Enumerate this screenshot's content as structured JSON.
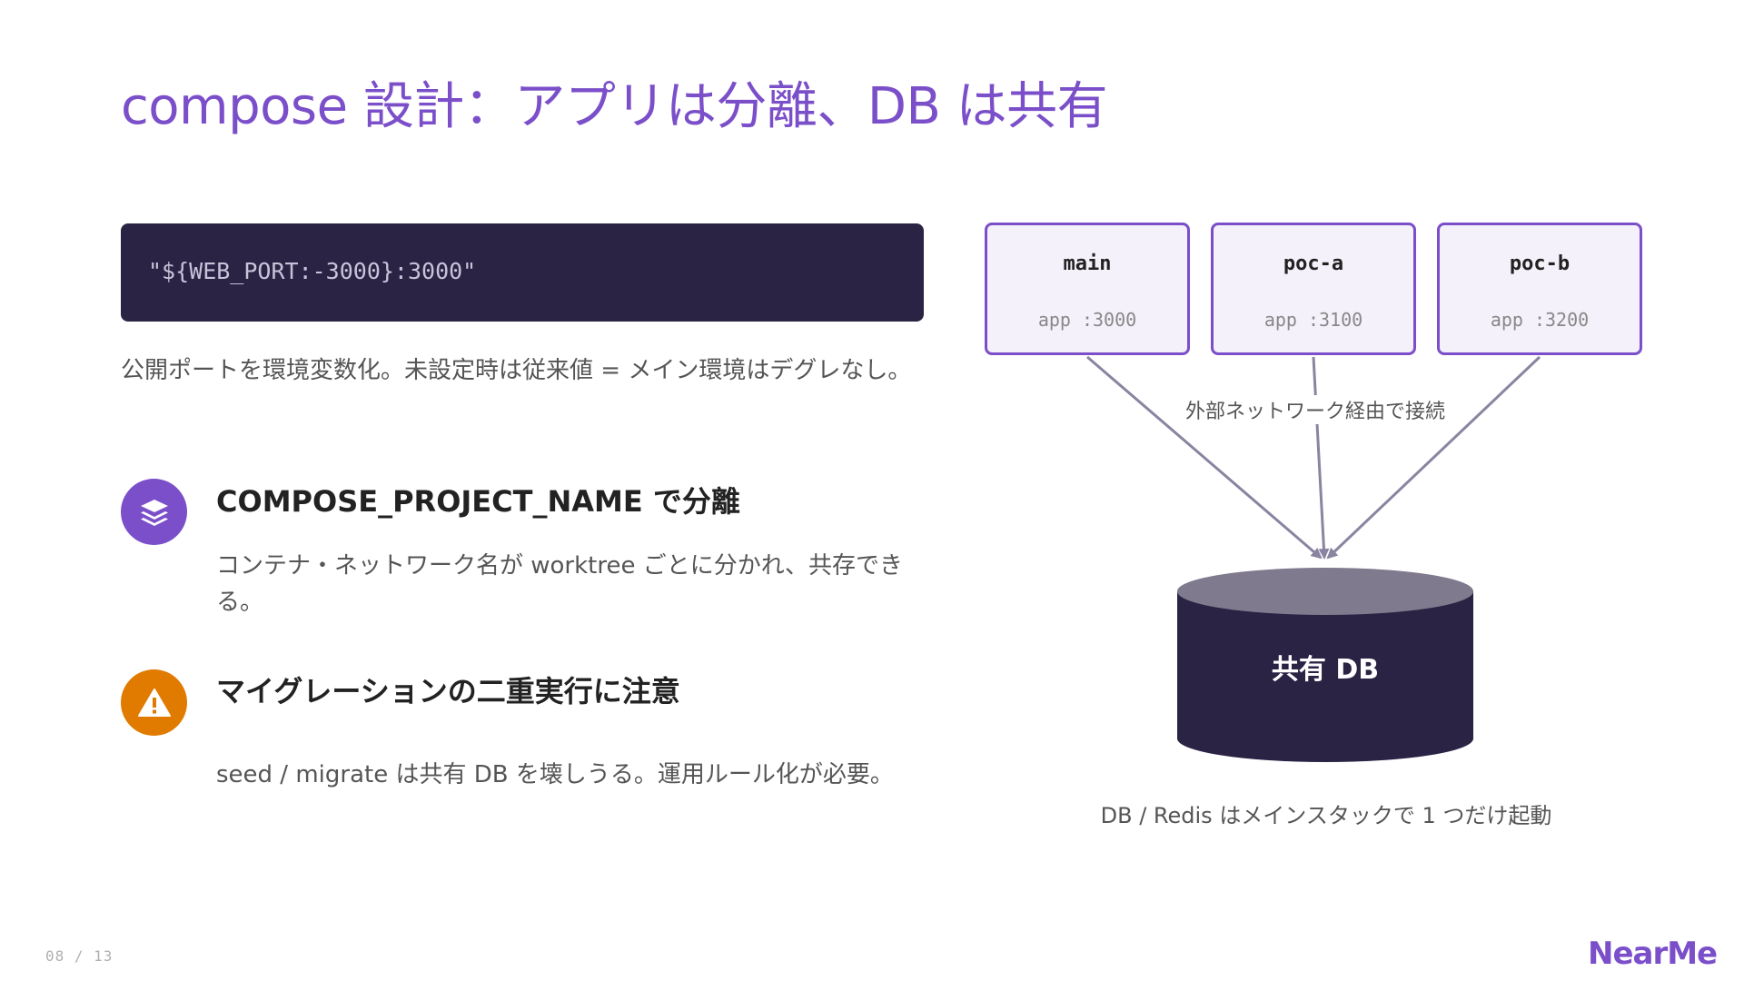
{
  "slide": {
    "title": "compose 設計：アプリは分離、DB は共有",
    "page_number": "08 / 13",
    "logo": "NearMe"
  },
  "code": {
    "snippet": "\"${WEB_PORT:-3000}:3000\""
  },
  "description": "公開ポートを環境変数化。未設定時は従来値 = メイン環境はデグレなし。",
  "features": [
    {
      "icon": "layers-icon",
      "color": "#7b4fc9",
      "title": "COMPOSE_PROJECT_NAME で分離",
      "body": "コンテナ・ネットワーク名が worktree ごとに分かれ、共存できる。"
    },
    {
      "icon": "warning-icon",
      "color": "#e07b00",
      "title": "マイグレーションの二重実行に注意",
      "body": "seed / migrate は共有 DB を壊しうる。運用ルール化が必要。"
    }
  ],
  "diagram": {
    "apps": [
      {
        "name": "main",
        "port": "app :3000"
      },
      {
        "name": "poc-a",
        "port": "app :3100"
      },
      {
        "name": "poc-b",
        "port": "app :3200"
      }
    ],
    "network_label": "外部ネットワーク経由で接続",
    "db_label": "共有 DB",
    "db_caption": "DB / Redis はメインスタックで 1 つだけ起動",
    "colors": {
      "accent": "#7b4fc9",
      "db_body": "#2b2344",
      "db_top": "#7f7a8e",
      "arrow": "#8a84a0"
    }
  }
}
